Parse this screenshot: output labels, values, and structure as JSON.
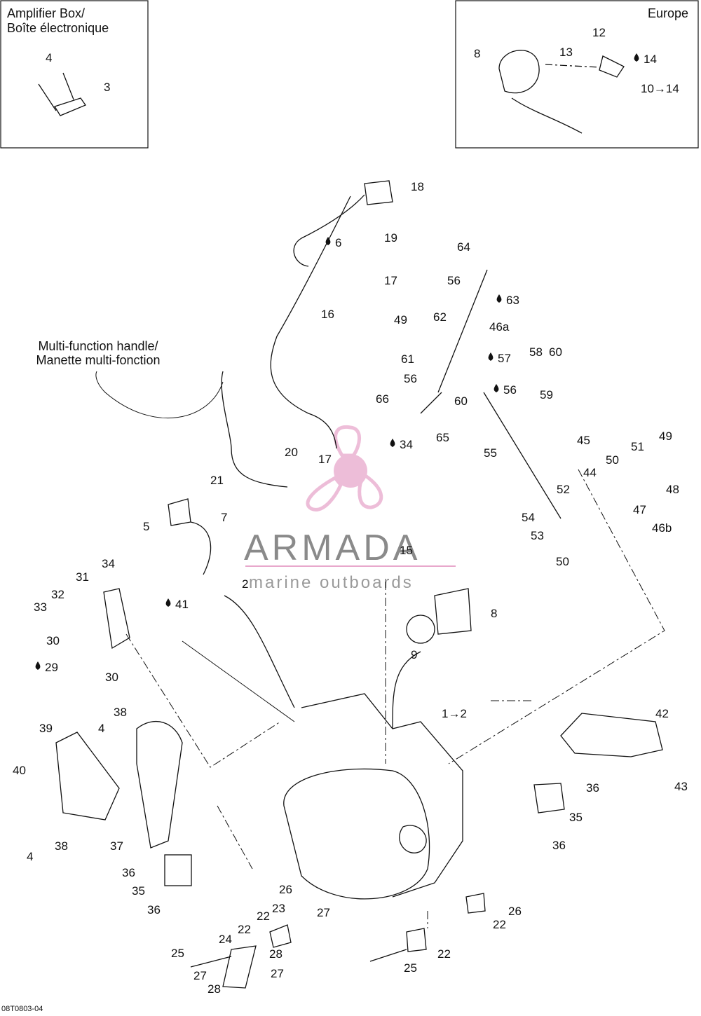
{
  "insets": {
    "amplifier_box": {
      "line1": "Amplifier Box/",
      "line2": "Boîte électronique"
    },
    "europe": {
      "title": "Europe"
    }
  },
  "multi_function_label": {
    "line1": "Multi-function handle/",
    "line2": "Manette multi-fonction"
  },
  "watermark": {
    "brand": "ARMADA",
    "tagline": "marine outboards"
  },
  "reference_code": "08T0803-04",
  "callouts": [
    "4",
    "3",
    "8",
    "12",
    "13",
    "14",
    "10→14",
    "18",
    "19",
    "6",
    "17",
    "16",
    "64",
    "56",
    "63",
    "49",
    "62",
    "46a",
    "61",
    "57",
    "58",
    "60",
    "56",
    "60",
    "56",
    "59",
    "66",
    "34",
    "65",
    "55",
    "45",
    "49",
    "51",
    "50",
    "48",
    "44",
    "47",
    "52",
    "54",
    "53",
    "46b",
    "50",
    "20",
    "17",
    "21",
    "5",
    "7",
    "15",
    "2",
    "8",
    "9",
    "1→2",
    "34",
    "31",
    "32",
    "33",
    "30",
    "29",
    "30",
    "41",
    "38",
    "4",
    "39",
    "40",
    "4",
    "38",
    "37",
    "36",
    "35",
    "36",
    "42",
    "36",
    "43",
    "35",
    "36",
    "26",
    "23",
    "27",
    "22",
    "22",
    "24",
    "28",
    "25",
    "27",
    "27",
    "28",
    "26",
    "22",
    "22",
    "25"
  ],
  "colors": {
    "line": "#111111",
    "watermark_pink": "#e8a8cc",
    "watermark_gray": "#8a8a8a"
  }
}
